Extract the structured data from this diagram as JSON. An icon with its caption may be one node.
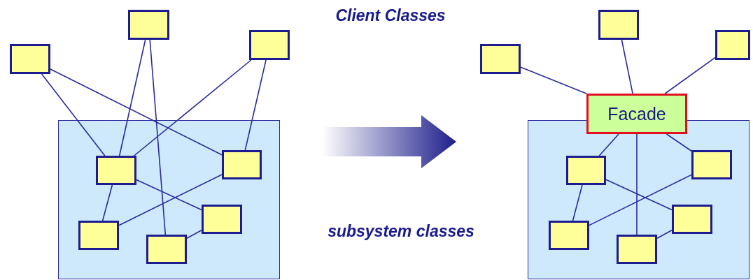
{
  "diagram": {
    "nodes": [
      {
        "text": [],
        "shape": "box"
      },
      {
        "text": [],
        "shape": "box"
      },
      {
        "text": [],
        "shape": "box"
      },
      {
        "text": [],
        "shape": "box"
      },
      {
        "text": [],
        "shape": "box",
        "in": 3
      },
      {
        "text": [],
        "shape": "box",
        "in": 3
      },
      {
        "text": [],
        "shape": "box",
        "in": 3
      },
      {
        "text": [],
        "shape": "box",
        "in": 3
      },
      {
        "text": [],
        "shape": "box",
        "in": 3
      },
      {
        "text": [],
        "shape": "box"
      },
      {
        "text": [],
        "shape": "box"
      },
      {
        "text": [],
        "shape": "box"
      },
      {
        "text": [
          "Facade"
        ]
      },
      {
        "text": [],
        "shape": "box"
      },
      {
        "text": [],
        "shape": "box",
        "in": 13
      },
      {
        "text": [],
        "shape": "box",
        "in": 13
      },
      {
        "text": [],
        "shape": "box",
        "in": 13
      },
      {
        "text": [],
        "shape": "box",
        "in": 13
      },
      {
        "text": [],
        "shape": "box",
        "in": 13
      }
    ],
    "edges": [
      {
        "from": 0,
        "to": 4,
        "arrow": "none"
      },
      {
        "from": 0,
        "to": 5,
        "arrow": "none"
      },
      {
        "from": 1,
        "to": 4,
        "arrow": "none"
      },
      {
        "from": 1,
        "to": 7,
        "arrow": "none"
      },
      {
        "from": 2,
        "to": 4,
        "arrow": "none"
      },
      {
        "from": 2,
        "to": 5,
        "arrow": "none"
      },
      {
        "from": 4,
        "to": 6,
        "arrow": "none"
      },
      {
        "from": 4,
        "to": 8,
        "arrow": "none"
      },
      {
        "from": 5,
        "to": 6,
        "arrow": "none"
      },
      {
        "from": 7,
        "to": 8,
        "arrow": "none"
      },
      {
        "from": 3,
        "to": 13,
        "arrow": "to",
        "style": "thick"
      },
      {
        "from": 9,
        "to": 12,
        "arrow": "none"
      },
      {
        "from": 10,
        "to": 12,
        "arrow": "none"
      },
      {
        "from": 11,
        "to": 12,
        "arrow": "none"
      },
      {
        "from": 12,
        "to": 14,
        "arrow": "none"
      },
      {
        "from": 12,
        "to": 17,
        "arrow": "none"
      },
      {
        "from": 12,
        "to": 15,
        "arrow": "none"
      },
      {
        "from": 14,
        "to": 16,
        "arrow": "none"
      },
      {
        "from": 14,
        "to": 18,
        "arrow": "none"
      },
      {
        "from": 15,
        "to": 16,
        "arrow": "none"
      },
      {
        "from": 17,
        "to": 18,
        "arrow": "none"
      }
    ],
    "labels": [
      "Client Classes",
      "subsystem classes"
    ]
  }
}
